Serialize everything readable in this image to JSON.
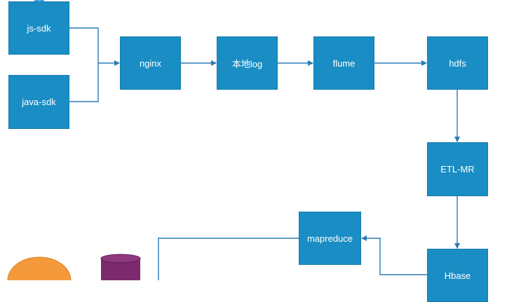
{
  "nodes": {
    "js_sdk": "js-sdk",
    "java_sdk": "java-sdk",
    "nginx": "nginx",
    "local_log": "本地log",
    "flume": "flume",
    "hdfs": "hdfs",
    "etl_mr": "ETL-MR",
    "mapreduce": "mapreduce",
    "hbase": "Hbase"
  },
  "colors": {
    "node_fill": "#1a8ec4",
    "connector": "#2a7bb4",
    "orange_shape": "#f59a3a",
    "purple_cylinder": "#7b2a6e",
    "badge": "#3fa2dc"
  }
}
